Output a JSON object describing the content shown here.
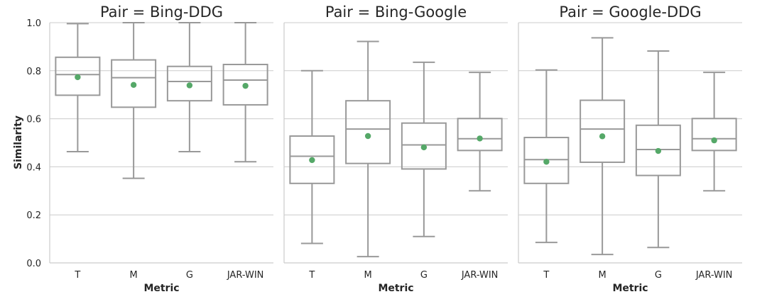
{
  "chart_data": {
    "type": "box",
    "ylabel": "Similarity",
    "xlabel": "Metric",
    "ylim": [
      0,
      1
    ],
    "yticks": [
      0.0,
      0.2,
      0.4,
      0.6,
      0.8,
      1.0
    ],
    "ytick_labels": [
      "0.0",
      "0.2",
      "0.4",
      "0.6",
      "0.8",
      "1.0"
    ],
    "categories": [
      "T",
      "M",
      "G",
      "JAR-WIN"
    ],
    "grid": "horizontal",
    "box_color": "#999999",
    "mean_color": "#55a868",
    "panels": [
      {
        "title": "Pair = Bing-DDG",
        "boxes": [
          {
            "category": "T",
            "whisker_low": 0.463,
            "q1": 0.698,
            "median": 0.784,
            "q3": 0.856,
            "whisker_high": 0.996,
            "mean": 0.773
          },
          {
            "category": "M",
            "whisker_low": 0.352,
            "q1": 0.648,
            "median": 0.771,
            "q3": 0.845,
            "whisker_high": 1.0,
            "mean": 0.741
          },
          {
            "category": "G",
            "whisker_low": 0.463,
            "q1": 0.675,
            "median": 0.755,
            "q3": 0.818,
            "whisker_high": 1.0,
            "mean": 0.739
          },
          {
            "category": "JAR-WIN",
            "whisker_low": 0.421,
            "q1": 0.658,
            "median": 0.761,
            "q3": 0.826,
            "whisker_high": 1.0,
            "mean": 0.737
          }
        ]
      },
      {
        "title": "Pair = Bing-Google",
        "boxes": [
          {
            "category": "T",
            "whisker_low": 0.081,
            "q1": 0.331,
            "median": 0.444,
            "q3": 0.528,
            "whisker_high": 0.8,
            "mean": 0.428
          },
          {
            "category": "M",
            "whisker_low": 0.026,
            "q1": 0.414,
            "median": 0.557,
            "q3": 0.675,
            "whisker_high": 0.922,
            "mean": 0.528
          },
          {
            "category": "G",
            "whisker_low": 0.11,
            "q1": 0.391,
            "median": 0.491,
            "q3": 0.582,
            "whisker_high": 0.835,
            "mean": 0.481
          },
          {
            "category": "JAR-WIN",
            "whisker_low": 0.3,
            "q1": 0.468,
            "median": 0.517,
            "q3": 0.601,
            "whisker_high": 0.793,
            "mean": 0.518
          }
        ]
      },
      {
        "title": "Pair = Google-DDG",
        "boxes": [
          {
            "category": "T",
            "whisker_low": 0.085,
            "q1": 0.331,
            "median": 0.43,
            "q3": 0.522,
            "whisker_high": 0.803,
            "mean": 0.421
          },
          {
            "category": "M",
            "whisker_low": 0.035,
            "q1": 0.419,
            "median": 0.557,
            "q3": 0.677,
            "whisker_high": 0.937,
            "mean": 0.527
          },
          {
            "category": "G",
            "whisker_low": 0.064,
            "q1": 0.364,
            "median": 0.472,
            "q3": 0.573,
            "whisker_high": 0.882,
            "mean": 0.466
          },
          {
            "category": "JAR-WIN",
            "whisker_low": 0.3,
            "q1": 0.468,
            "median": 0.517,
            "q3": 0.601,
            "whisker_high": 0.793,
            "mean": 0.51
          }
        ]
      }
    ]
  }
}
